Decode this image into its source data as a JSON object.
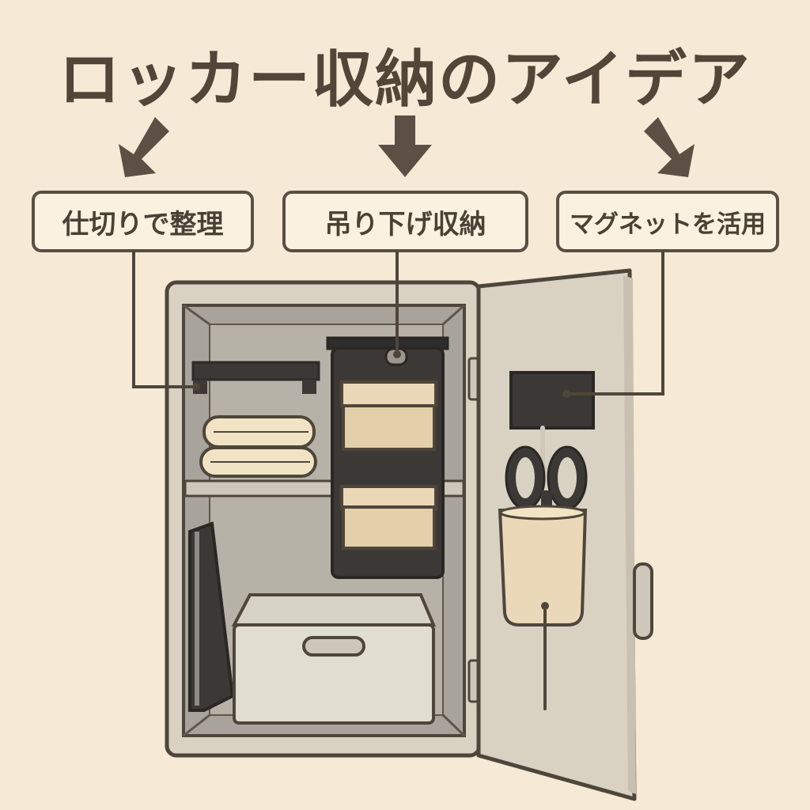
{
  "title": "ロッカー収納のアイデア",
  "labels": [
    {
      "id": "partition",
      "text": "仕切りで整理"
    },
    {
      "id": "hanging",
      "text": "吊り下げ収納"
    },
    {
      "id": "magnet",
      "text": "マグネットを活用"
    }
  ],
  "colors": {
    "background": "#f6ead7",
    "outline": "#4f463b",
    "locker_body": "#d9d2c3",
    "locker_interior": "#a9a49b",
    "dark_item": "#3b3835",
    "beige_item": "#ead8b8"
  },
  "icons": [
    "arrow-down-left-icon",
    "arrow-down-icon",
    "arrow-down-right-icon",
    "scissors-icon"
  ]
}
